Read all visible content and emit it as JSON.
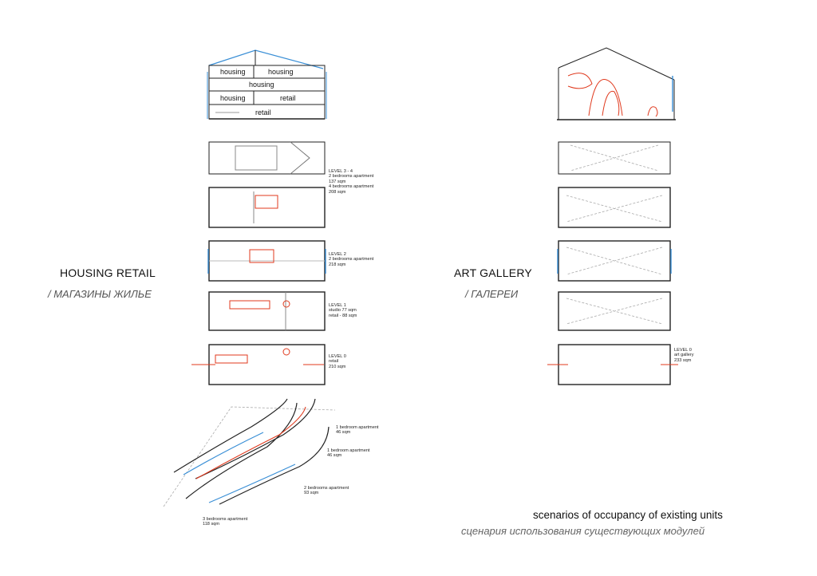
{
  "left_scenario": {
    "title": "HOUSING RETAIL",
    "subtitle": "/ МАГАЗИНЫ ЖИЛЬЕ",
    "section_labels": [
      "housing",
      "housing",
      "housing",
      "housing",
      "retail",
      "retail"
    ],
    "level_notes": [
      {
        "level": "LEVEL 3 - 4",
        "lines": [
          "2 bedrooms apartment",
          "137 sqm",
          "4 bedrooms apartment",
          "208 sqm"
        ]
      },
      {
        "level": "LEVEL 2",
        "lines": [
          "2 bedrooms apartment",
          "218 sqm"
        ]
      },
      {
        "level": "LEVEL 1",
        "lines": [
          "studio 77 sqm",
          "retail - 88 sqm"
        ]
      },
      {
        "level": "LEVEL 0",
        "lines": [
          "retail",
          "210 sqm"
        ]
      }
    ],
    "curved_notes": [
      {
        "lines": [
          "1 bedroom apartment",
          "46 sqm"
        ]
      },
      {
        "lines": [
          "1 bedroom apartment",
          "46 sqm"
        ]
      },
      {
        "lines": [
          "2 bedrooms apartment",
          "93 sqm"
        ]
      },
      {
        "lines": [
          "3 bedrooms apartment",
          "118 sqm"
        ]
      }
    ]
  },
  "right_scenario": {
    "title": "ART GALLERY",
    "subtitle": "/ ГАЛЕРЕИ",
    "level_notes": [
      {
        "level": "LEVEL 0",
        "lines": [
          "art gallery",
          "233 sqm"
        ]
      }
    ]
  },
  "caption": {
    "en": "scenarios of occupancy of existing units",
    "ru": "сценария использования существующих модулей"
  },
  "colors": {
    "line": "#222222",
    "accent": "#e03a1e",
    "blue": "#3a8fd6",
    "thin": "#9a9a9a"
  }
}
